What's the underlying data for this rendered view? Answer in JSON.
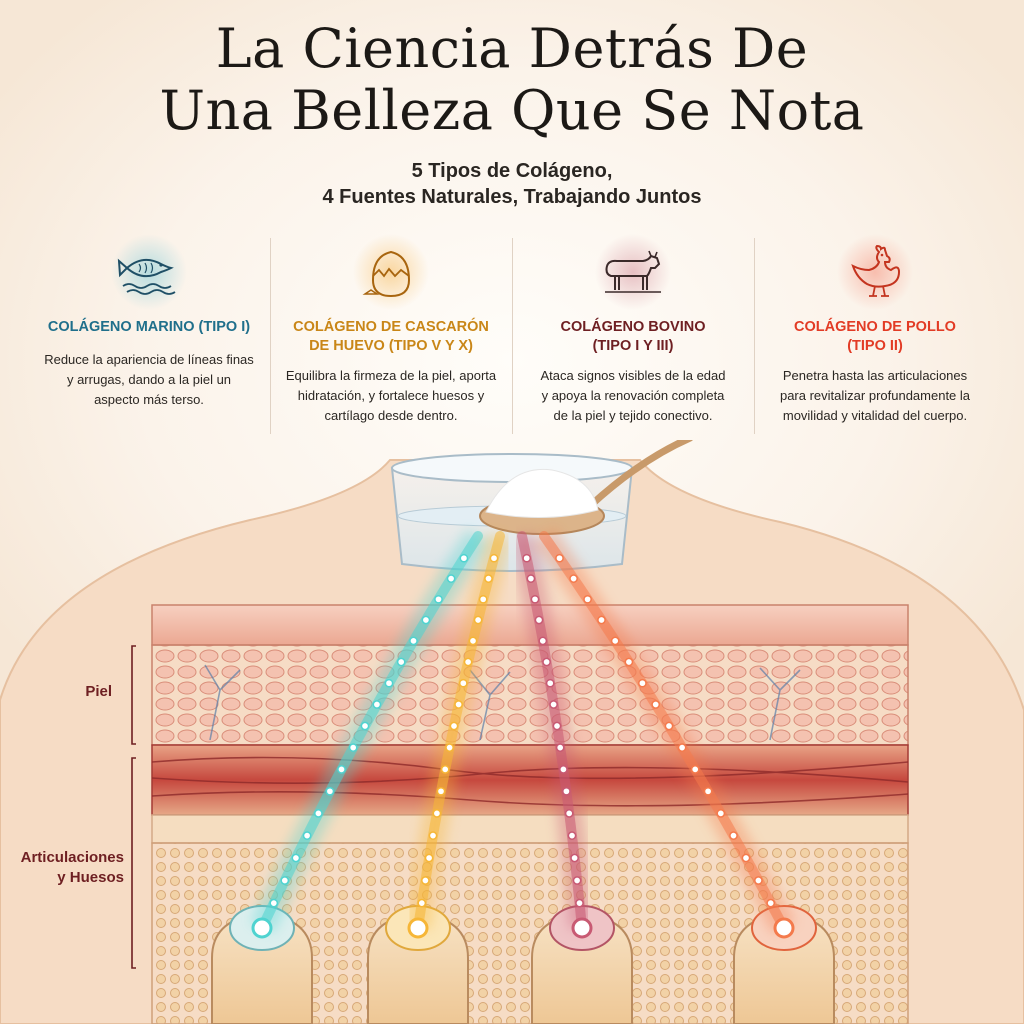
{
  "title": {
    "line1": "La Ciencia Detrás De",
    "line2": "Una Belleza Que Se Nota"
  },
  "subtitle": {
    "line1": "5 Tipos de Colágeno,",
    "line2": "4 Fuentes Naturales, Trabajando Juntos"
  },
  "cards": [
    {
      "icon": "fish-icon",
      "title": "COLÁGENO MARINO (TIPO I)",
      "description": "Reduce la apariencia de líneas finas\ny arrugas, dando a la piel un\naspecto más terso.",
      "color": "#1f6f8b",
      "glow": "#7fc9d6"
    },
    {
      "icon": "eggshell-icon",
      "title": "COLÁGENO DE CASCARÓN\nDE HUEVO (TIPO V Y X)",
      "description": "Equilibra la firmeza de la piel, aporta\nhidratación, y fortalece huesos y\ncartílago desde dentro.",
      "color": "#c98617",
      "glow": "#f7c06a"
    },
    {
      "icon": "cow-icon",
      "title": "COLÁGENO BOVINO\n(TIPO I Y III)",
      "description": "Ataca signos visibles de la edad\ny apoya la renovación completa\nde la piel y tejido conectivo.",
      "color": "#6e1f22",
      "glow": "#d89aa3"
    },
    {
      "icon": "chicken-icon",
      "title": "COLÁGENO DE POLLO\n(TIPO II)",
      "description": "Penetra hasta las articulaciones\npara revitalizar profundamente la\nmovilidad y vitalidad del cuerpo.",
      "color": "#e23b25",
      "glow": "#f59a86"
    }
  ],
  "diagram": {
    "label_skin": "Piel",
    "label_joints": "Articulaciones\ny Huesos",
    "stream_colors": [
      "#4fd3d0",
      "#f6b637",
      "#c85a73",
      "#f47a4c"
    ],
    "skin_color": "#f1b9a4",
    "dermis_color": "#c6483e",
    "bone_color": "#f3d2a3"
  }
}
